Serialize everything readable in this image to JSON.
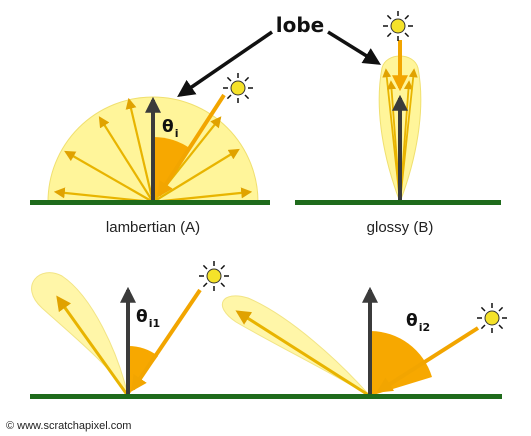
{
  "labels": {
    "lobe": "lobe",
    "lambertian": "lambertian (A)",
    "glossy": "glossy (B)",
    "theta_1": {
      "symbol": "θ",
      "sub": "i"
    },
    "theta_2": {
      "symbol": "θ",
      "sub": "i1"
    },
    "theta_3": {
      "symbol": "θ",
      "sub": "i2"
    },
    "copyright": "© www.scratchapixel.com"
  },
  "colors": {
    "ground": "#1f6b1c",
    "lobe_fill": "#fff59a",
    "ray": "#f2b400",
    "incident": "#f2a500",
    "normal": "#3b3b3b",
    "angle_fill": "#f7a800",
    "sun": "#f5e22a"
  },
  "icons": [
    "sun-icon",
    "arrow-icon"
  ]
}
